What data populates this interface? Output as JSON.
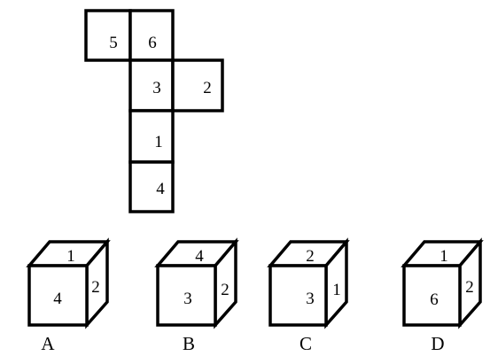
{
  "net": {
    "cells": [
      {
        "label": "5"
      },
      {
        "label": "6"
      },
      {
        "label": "3"
      },
      {
        "label": "2"
      },
      {
        "label": "1"
      },
      {
        "label": "4"
      }
    ]
  },
  "options": [
    {
      "letter": "A",
      "top": "1",
      "front": "4",
      "right": "2"
    },
    {
      "letter": "B",
      "top": "4",
      "front": "3",
      "right": "2"
    },
    {
      "letter": "C",
      "top": "2",
      "front": "3",
      "right": "1"
    },
    {
      "letter": "D",
      "top": "1",
      "front": "6",
      "right": "2"
    }
  ]
}
